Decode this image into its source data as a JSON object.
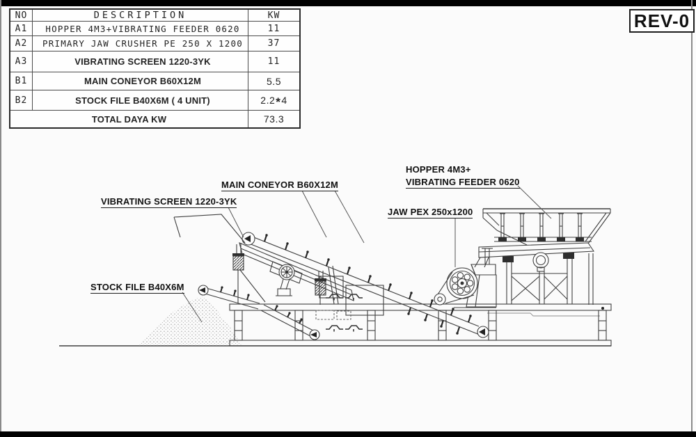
{
  "window": {
    "rev_label": "REV-0"
  },
  "table": {
    "header": {
      "no": "NO",
      "description": "DESCRIPTION",
      "kw": "KW"
    },
    "rows": [
      {
        "no": "A1",
        "description": "HOPPER 4M3+VIBRATING FEEDER 0620",
        "kw": "11"
      },
      {
        "no": "A2",
        "description": "PRIMARY JAW CRUSHER PE 250 X 1200",
        "kw": "37"
      },
      {
        "no": "A3",
        "description": "VIBRATING SCREEN 1220-3YK",
        "kw": "11"
      },
      {
        "no": "B1",
        "description": "MAIN CONEYOR B60X12M",
        "kw": "5.5"
      },
      {
        "no": "B2",
        "description": "STOCK FILE B40X6M ( 4 UNIT)",
        "kw": "2.2*4",
        "kw_parts": {
          "a": "2.2",
          "star": "*",
          "b": "4"
        }
      }
    ],
    "total_row": {
      "label": "TOTAL DAYA KW",
      "kw": "73.3"
    }
  },
  "drawing": {
    "labels": {
      "vibrating_screen": "VIBRATING SCREEN 1220-3YK",
      "main_conveyor": "MAIN CONEYOR B60X12M",
      "hopper_line1": "HOPPER 4M3+",
      "hopper_line2": "VIBRATING FEEDER 0620",
      "jaw_crusher": "JAW PEX 250x1200",
      "stock_file": "STOCK FILE B40X6M"
    },
    "components": [
      "hopper-vibrating-feeder",
      "jaw-crusher",
      "main-conveyor",
      "vibrating-screen",
      "stock-conveyors",
      "stockpile",
      "skid-frame"
    ]
  },
  "colors": {
    "line": "#3e3e3e",
    "text": "#1a1a1a",
    "frame": "#000000",
    "paper": "#fbfbfb"
  }
}
